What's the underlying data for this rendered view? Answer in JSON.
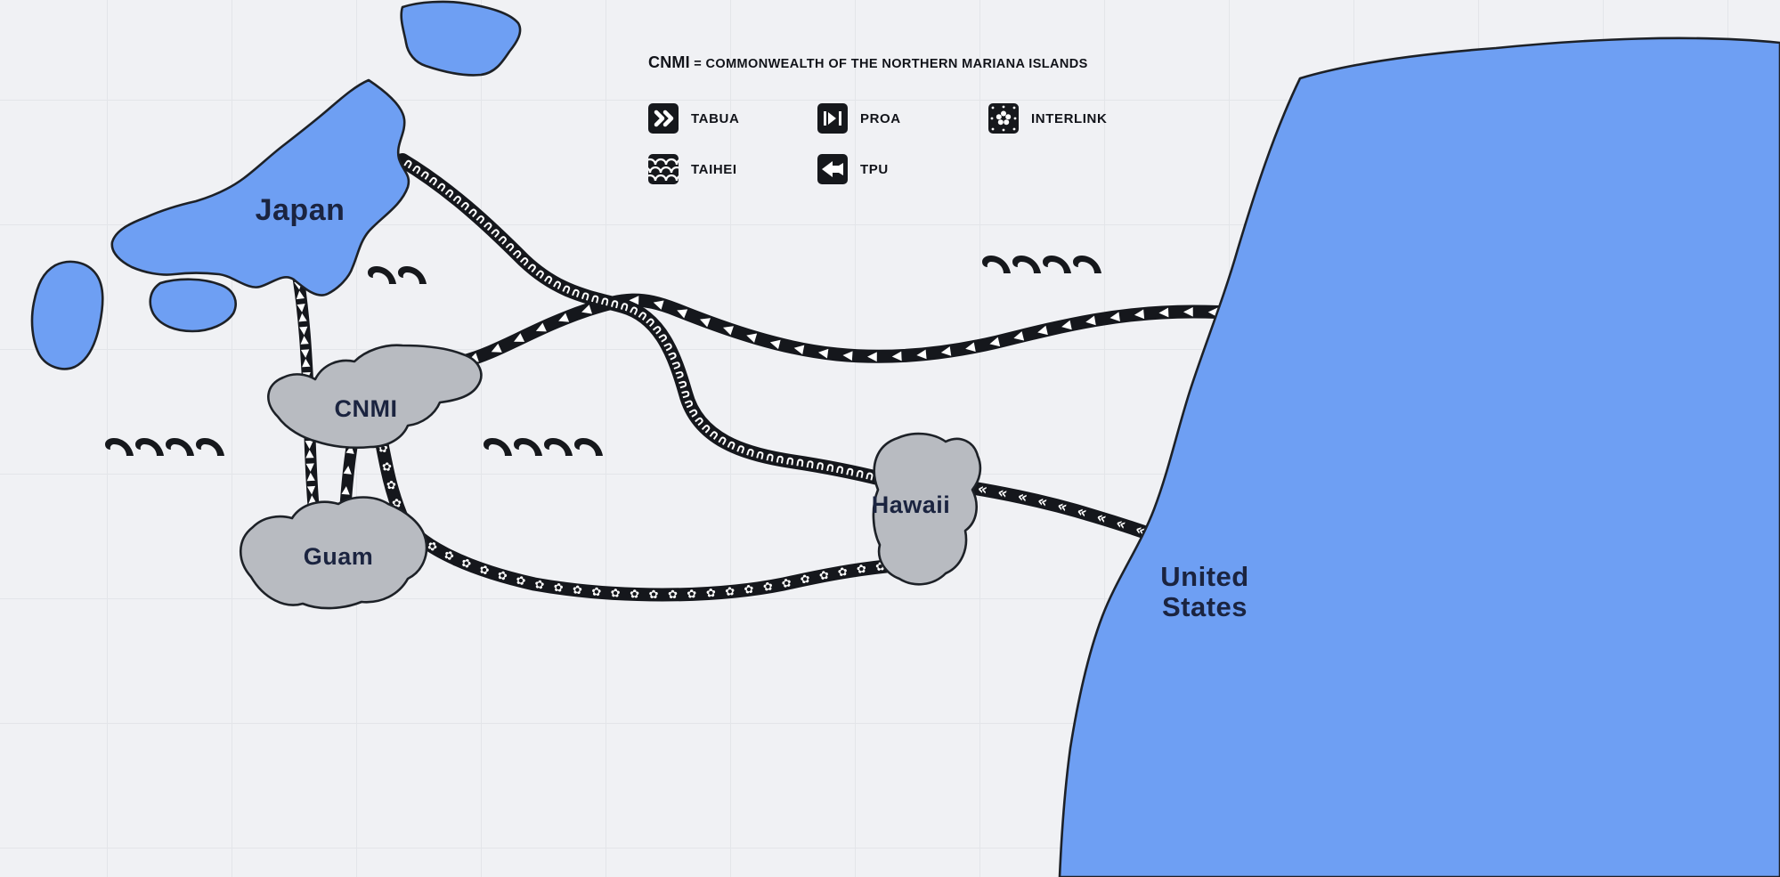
{
  "title": "Pacific subsea cable routes map",
  "colors": {
    "ocean": "#f0f1f4",
    "grid": "#e3e5e9",
    "land_blue": "#6e9ff3",
    "island_gray": "#b8bbc1",
    "outline": "#1d2127",
    "cable_black": "#15171c",
    "label_navy": "#1b2440"
  },
  "legend": {
    "note_term": "CNMI",
    "note_rest": "= COMMONWEALTH OF THE NORTHERN MARIANA ISLANDS",
    "items": [
      {
        "label": "TABUA",
        "icon": "double-chevron"
      },
      {
        "label": "PROA",
        "icon": "sail-flag"
      },
      {
        "label": "INTERLINK",
        "icon": "flower-weave"
      },
      {
        "label": "TAIHEI",
        "icon": "wave-scallop"
      },
      {
        "label": "TPU",
        "icon": "plane-arrow"
      }
    ]
  },
  "map": {
    "labels": {
      "japan": "Japan",
      "cnmi": "CNMI",
      "guam": "Guam",
      "hawaii": "Hawaii",
      "us_line1": "United",
      "us_line2": "States"
    }
  },
  "cables": [
    {
      "name": "tpu",
      "legend": "TPU",
      "glyph": "◀ ",
      "repeat": 120
    },
    {
      "name": "tpu-branch",
      "legend": "TPU",
      "glyph": "◀ ",
      "repeat": 10
    },
    {
      "name": "taihei",
      "legend": "TAIHEI",
      "glyph": "∩",
      "repeat": 180
    },
    {
      "name": "interlink",
      "legend": "INTERLINK",
      "glyph": "✿ ",
      "repeat": 90
    },
    {
      "name": "proa",
      "legend": "PROA",
      "glyph": "▶◀ ",
      "repeat": 40
    },
    {
      "name": "tabua",
      "legend": "TABUA",
      "glyph": "« ",
      "repeat": 40
    }
  ]
}
